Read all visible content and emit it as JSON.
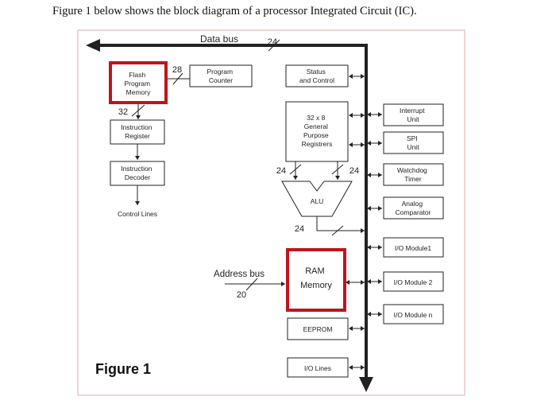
{
  "caption": "Figure 1 below shows the block diagram of a processor Integrated Circuit (IC).",
  "figure_label": "Figure 1",
  "buses": {
    "data_bus": "Data bus",
    "data_bus_width": "24",
    "address_bus": "Address bus",
    "address_bus_width": "20"
  },
  "blocks": {
    "flash": [
      "Flash",
      "Program",
      "Memory"
    ],
    "program_counter": [
      "Program",
      "Counter"
    ],
    "instruction_register": [
      "Instruction",
      "Register"
    ],
    "instruction_decoder": [
      "Instruction",
      "Decoder"
    ],
    "control_lines": "Control Lines",
    "status_control": [
      "Status",
      "and Control"
    ],
    "gpr": [
      "32 x 8",
      "General",
      "Purpose",
      "Registrers"
    ],
    "alu": "ALU",
    "ram": [
      "RAM",
      "Memory"
    ],
    "eeprom": "EEPROM",
    "io_lines": "I/O Lines",
    "interrupt": [
      "Interrupt",
      "Unit"
    ],
    "spi": [
      "SPI",
      "Unit"
    ],
    "watchdog": [
      "Watchdog",
      "Timer"
    ],
    "analog": [
      "Analog",
      "Comparator"
    ],
    "io_module1": "I/O Module1",
    "io_module2": "I/O Module 2",
    "io_modulen": "I/O Module n"
  },
  "widths": {
    "flash_pc": "28",
    "flash_ir": "32",
    "gpr_alu_left": "24",
    "gpr_alu_right": "24",
    "alu_out": "24"
  },
  "colors": {
    "highlight": "#c0141c",
    "frame": "#e6b7b7",
    "line": "#222222"
  }
}
